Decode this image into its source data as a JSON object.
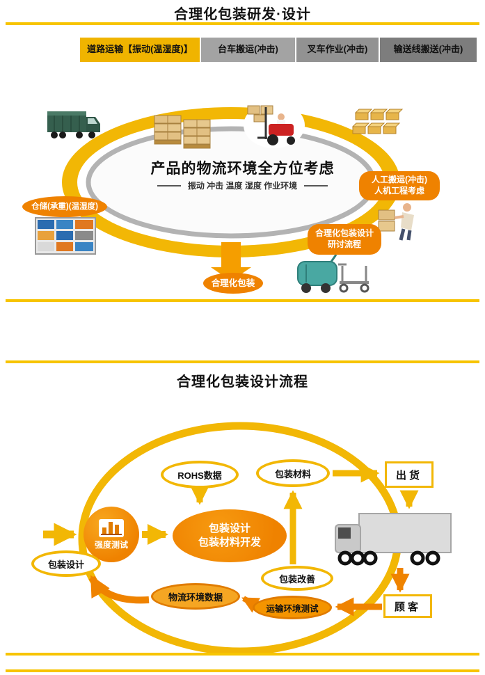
{
  "colors": {
    "accent_gold": "#f2b705",
    "accent_orange": "#ef8200",
    "divider_yellow": "#f7c400",
    "tab_gray_1": "#a3a3a3",
    "tab_gray_2": "#929292",
    "tab_gray_3": "#7d7d7d"
  },
  "section1": {
    "title": "合理化包装研发·设计",
    "tabs": [
      {
        "label": "道路运输【振动(温湿度)】"
      },
      {
        "label": "台车搬运(冲击)"
      },
      {
        "label": "叉车作业(冲击)"
      },
      {
        "label": "输送线搬送(冲击)"
      }
    ],
    "center": {
      "title": "产品的物流环境全方位考虑",
      "subtitle": "振动 冲击 温度 湿度 作业环境"
    },
    "bubbles": {
      "warehouse": "仓储(承重)(温湿度)",
      "manual_handling": [
        "人工搬运(冲击)",
        "人机工程考虑"
      ],
      "design_process": [
        "合理化包装设计",
        "研讨流程"
      ],
      "result": "合理化包装"
    }
  },
  "section2": {
    "title": "合理化包装设计流程",
    "nodes": {
      "rohs": "ROHS数据",
      "packaging_material": "包装材料",
      "shipment": "出货",
      "strength_test": "强度测试",
      "center": [
        "包装设计",
        "包装材料开发"
      ],
      "packaging_design": "包装设计",
      "packaging_improvement": "包装改善",
      "logistics_data": "物流环境数据",
      "transport_test": "运输环境测试",
      "customer": "顾客"
    }
  }
}
